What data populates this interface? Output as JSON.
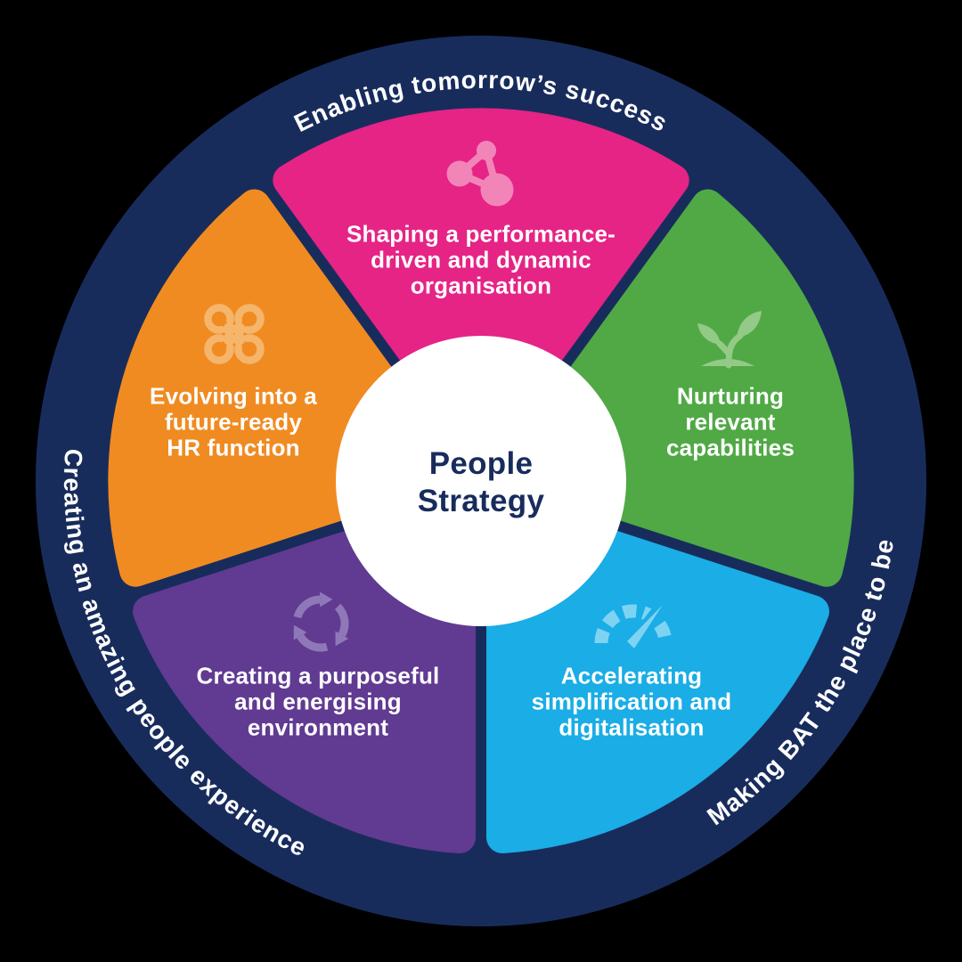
{
  "background": "#000000",
  "ring": {
    "color": "#182c5c",
    "text_color": "#ffffff",
    "top": "Enabling tomorrow’s success",
    "left": "Creating an amazing people experience",
    "right": "Making BAT the place to be"
  },
  "center_circle": {
    "color": "#ffffff",
    "text_color": "#182c5c"
  },
  "title": {
    "line1": "People",
    "line2": "Strategy"
  },
  "segments": [
    {
      "id": "shaping",
      "icon": "network-icon",
      "angle_deg": 270,
      "color": "#e52486",
      "icon_color": "#f285b8",
      "lines": [
        "Shaping a performance-",
        "driven and dynamic",
        "organisation"
      ]
    },
    {
      "id": "nurturing",
      "icon": "sprout-icon",
      "angle_deg": 342,
      "color": "#50a945",
      "icon_color": "#93ca87",
      "lines": [
        "Nurturing",
        "relevant",
        "capabilities"
      ]
    },
    {
      "id": "accelerating",
      "icon": "gauge-icon",
      "angle_deg": 54,
      "color": "#1aade6",
      "icon_color": "#7ed3f3",
      "lines": [
        "Accelerating",
        "simplification and",
        "digitalisation"
      ]
    },
    {
      "id": "creating",
      "icon": "cycle-icon",
      "angle_deg": 126,
      "color": "#613a92",
      "icon_color": "#8f78b7",
      "lines": [
        "Creating a purposeful",
        "and energising",
        "environment"
      ]
    },
    {
      "id": "evolving",
      "icon": "knot-icon",
      "angle_deg": 198,
      "color": "#f08b22",
      "icon_color": "#f5b56b",
      "lines": [
        "Evolving into a",
        "future-ready",
        "HR function"
      ]
    }
  ]
}
